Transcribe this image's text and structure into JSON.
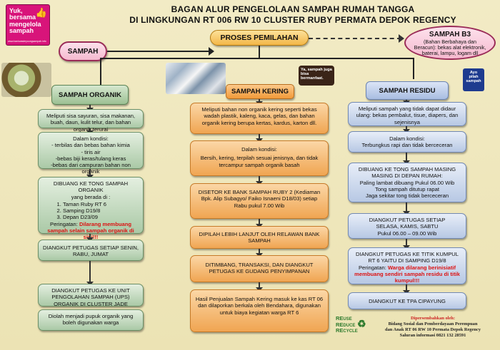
{
  "title_line1": "BAGAN ALUR PENGELOLAAN SAMPAH RUMAH TANGGA",
  "title_line2": "DI LINGKUNGAN RT 006 RW 10 CLUSTER RUBY PERMATA DEPOK REGENCY",
  "badge_yuk": {
    "text": "Yuk, bersama mengelola sampah",
    "sub": "www.bankwasteyoungsampah.info"
  },
  "top": {
    "sampah": "SAMPAH",
    "proses": "PROSES PEMILAHAN",
    "b3_title": "SAMPAH B3",
    "b3_desc": "(Bahan Berbahaya dan Beracun): bekas alat elektronik, baterai, lampu, logam dll"
  },
  "sticker_kering": "Ya, sampah juga bisa bermanfaat.",
  "sticker_residu": "Ayo pilah sampah",
  "organik": {
    "header": "SAMPAH ORGANIK",
    "desc": "Meliputi sisa sayuran, sisa makanan, buah, daun, kulit telur, dan bahan organik terurai",
    "kondisi_title": "Dalam kondisi:",
    "kondisi": [
      "- terbilas dan bebas bahan kimia",
      "- tiris air",
      "-bebas biji keras/tulang keras",
      "-bebas dari campuran bahan non organik"
    ],
    "buang_title": "DIBUANG KE TONG SAMPAH ORGANIK",
    "buang_sub": "yang berada di :",
    "lokasi": [
      "Taman Ruby RT 6",
      "Samping D19/8",
      "Depan D23/09"
    ],
    "peringatan_label": "Peringatan: ",
    "peringatan": "Dilarang membuang sampah selain sampah organik di sini!!!",
    "angkut": "DIANGKUT PETUGAS SETIAP SENIN, RABU, JUMAT",
    "ups": "DIANGKUT PETUGAS KE UNIT PENGOLAHAN SAMPAH (UPS) ORGANIK DI CLUSTER JADE",
    "pupuk": "Diolah menjadi pupuk organik yang boleh digunakan warga"
  },
  "kering": {
    "header": "SAMPAH KERING",
    "desc": "Meliputi bahan non organik kering seperti bekas wadah plastik, kaleng, kaca, gelas, dan bahan organik kering berupa kertas, kardus, karton dll.",
    "kondisi_title": "Dalam kondisi:",
    "kondisi": "Bersih, kering, terpilah sesuai jenisnya, dan tidak tercampur sampah organik basah",
    "setor": "DISETOR KE BANK SAMPAH RUBY 2 (Kediaman Bpk. Alip Subagyo/ Faiko Isnaeni D18/03) setiap Rabu pukul 7.00 Wib",
    "pilah": "DIPILAH LEBIH LANJUT OLEH RELAWAN BANK SAMPAH",
    "timbang": "DITIMBANG, TRANSAKSI, DAN DIANGKUT PETUGAS KE GUDANG PENYIMPANAN",
    "hasil": "Hasil Penjualan Sampah Kering masuk ke kas RT 06 dan dilaporkan berkala oleh Bendahara, digunakan untuk biaya kegiatan warga RT 6"
  },
  "residu": {
    "header": "SAMPAH RESIDU",
    "desc": "Meliputi sampah yang tidak dapat didaur ulang: bekas pembalut, tisue, diapers, dan sejenisnya",
    "kondisi_title": "Dalam kondisi:",
    "kondisi": "Terbungkus rapi dan tidak berceceran",
    "buang": "DIBUANG KE TONG SAMPAH MASING MASING DI DEPAN RUMAH:",
    "jadwal": [
      "Paling lambat dibuang Pukul 06.00 Wib",
      "Tong sampah ditutup rapat",
      "Jaga sekitar tong tidak berceceran"
    ],
    "angkut_title": "DIANGKUT PETUGAS SETIAP",
    "angkut_hari": "SELASA, KAMIS, SABTU",
    "angkut_jam": "Pukul 06.00 – 09.00 Wib",
    "kumpul": "DIANGKUT PETUGAS KE TITIK KUMPUL RT 6 YAITU DI SAMPING D19/8",
    "peringatan_label": "Peringatan: ",
    "peringatan": "Warga dilarang berinisiatif membuang sendiri sampah residu di titik kumpul!!!",
    "tpa": "DIANGKUT KE TPA CIPAYUNG"
  },
  "footer": {
    "logo": [
      "RE",
      "USE",
      "RE",
      "DUCE",
      "RE",
      "CYCLE"
    ],
    "line1": "Dipersembahkan oleh:",
    "line2": "Bidang Sosial dan Pemberdayaan Perempuan",
    "line3": "dan Anak RT 06 RW 10 Permata Depok Regency",
    "line4": "Saluran informasi 0821 132 28591"
  },
  "colors": {
    "organik": "#9cc093",
    "kering": "#f29a3a",
    "residu": "#a9bde1",
    "warning": "#dd1111"
  }
}
